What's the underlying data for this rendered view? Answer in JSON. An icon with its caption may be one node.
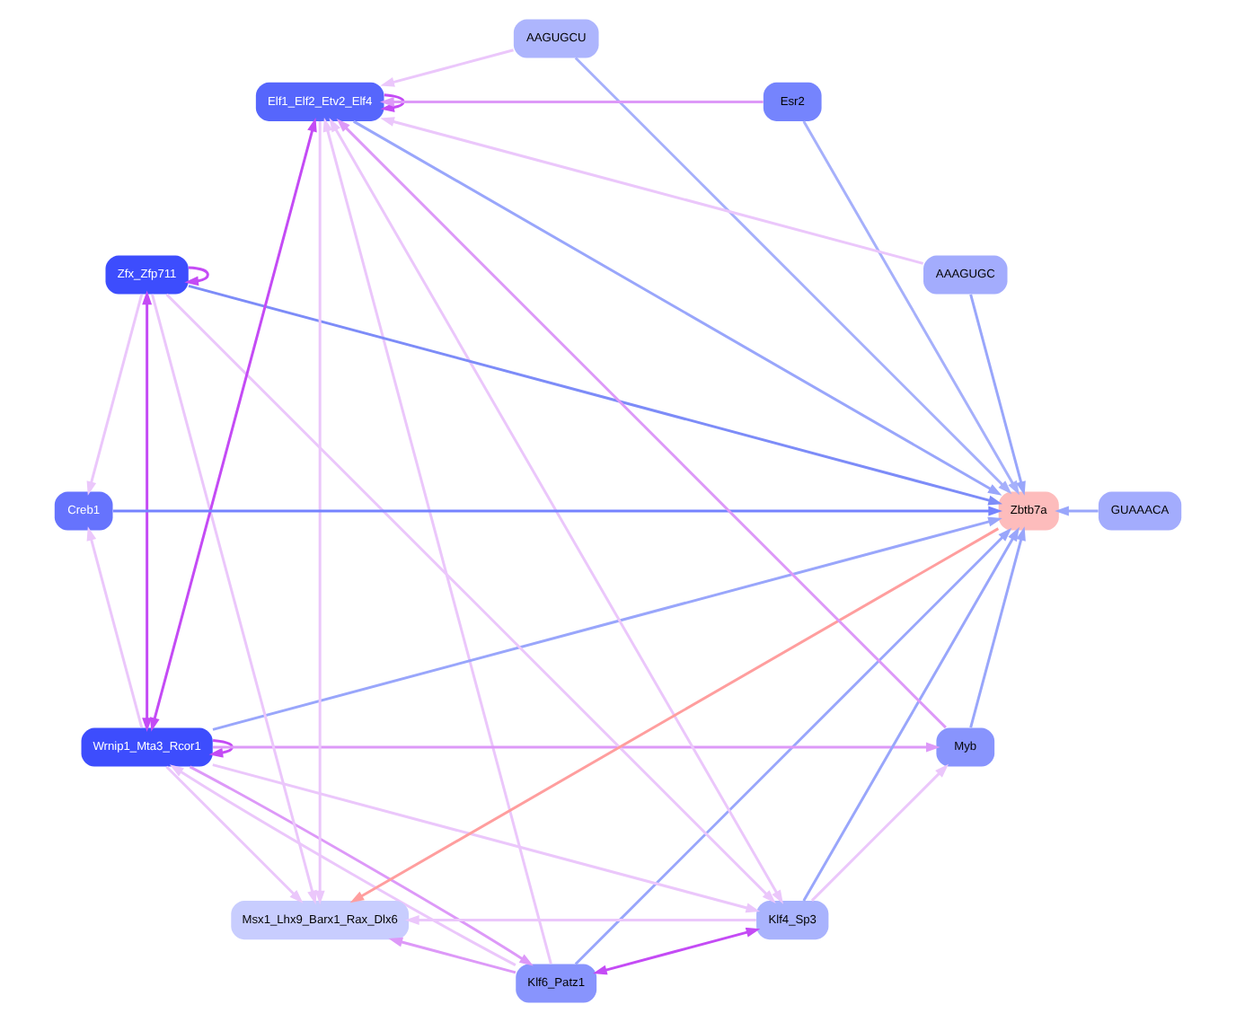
{
  "diagram": {
    "nodes": [
      {
        "text": [
          "Klf6_Patz1"
        ]
      },
      {
        "text": [
          "Wrnip1_Mta3_Rcor1"
        ]
      },
      {
        "text": [
          "Klf4_Sp3"
        ]
      },
      {
        "text": [
          "Zfx_Zfp711"
        ]
      },
      {
        "text": [
          "Elf1_Elf2_Etv2_Elf4"
        ]
      },
      {
        "text": [
          "Msx1_Lhx9_Barx1_Rax_Dlx6"
        ]
      },
      {
        "text": [
          "Zbtb7a"
        ]
      },
      {
        "text": [
          "Creb1"
        ]
      },
      {
        "text": [
          "AAGUGCU"
        ]
      },
      {
        "text": [
          "Myb"
        ]
      },
      {
        "text": [
          "GUAAACA"
        ]
      },
      {
        "text": [
          "Esr2"
        ]
      },
      {
        "text": [
          "AAAGUGC"
        ]
      }
    ],
    "edges": [
      {
        "from": 0,
        "to": 6,
        "arrow": "to",
        "color": "#99a6fb"
      },
      {
        "from": 1,
        "to": 6,
        "arrow": "to",
        "color": "#99a6fb"
      },
      {
        "from": 2,
        "to": 6,
        "arrow": "to",
        "color": "#99a6fb"
      },
      {
        "from": 3,
        "to": 6,
        "arrow": "to",
        "color": "#7d8cf8"
      },
      {
        "from": 4,
        "to": 6,
        "arrow": "to",
        "color": "#99a6fb"
      },
      {
        "from": 7,
        "to": 6,
        "arrow": "to",
        "color": "#7583ff"
      },
      {
        "from": 8,
        "to": 6,
        "arrow": "to",
        "color": "#a6b0fb"
      },
      {
        "from": 9,
        "to": 6,
        "arrow": "to",
        "color": "#99a6fb"
      },
      {
        "from": 10,
        "to": 6,
        "arrow": "to",
        "color": "#99a6fb"
      },
      {
        "from": 11,
        "to": 6,
        "arrow": "to",
        "color": "#a6b0fb"
      },
      {
        "from": 12,
        "to": 6,
        "arrow": "to",
        "color": "#99a6fb"
      },
      {
        "from": 6,
        "to": 5,
        "arrow": "to",
        "color": "#ff9e9e"
      },
      {
        "from": 1,
        "to": 1,
        "arrow": "to",
        "color": "#c44bf5"
      },
      {
        "from": 3,
        "to": 3,
        "arrow": "to",
        "color": "#c44bf5"
      },
      {
        "from": 4,
        "to": 4,
        "arrow": "to",
        "color": "#c44bf5"
      },
      {
        "from": 0,
        "to": 1,
        "arrow": "to"
      },
      {
        "from": 1,
        "to": 0,
        "arrow": "to",
        "color": "#dd99f8"
      },
      {
        "from": 0,
        "to": 2,
        "arrow": "both",
        "color": "#c44bf5"
      },
      {
        "from": 1,
        "to": 3,
        "arrow": "both",
        "color": "#c44bf5"
      },
      {
        "from": 4,
        "to": 1,
        "arrow": "both",
        "color": "#c44bf5"
      },
      {
        "from": 3,
        "to": 2,
        "arrow": "to"
      },
      {
        "from": 1,
        "to": 2,
        "arrow": "to"
      },
      {
        "from": 2,
        "to": 4,
        "arrow": "both"
      },
      {
        "from": 2,
        "to": 5,
        "arrow": "to"
      },
      {
        "from": 0,
        "to": 5,
        "arrow": "to",
        "color": "#dd99f8"
      },
      {
        "from": 1,
        "to": 5,
        "arrow": "to"
      },
      {
        "from": 3,
        "to": 5,
        "arrow": "to"
      },
      {
        "from": 4,
        "to": 5,
        "arrow": "to"
      },
      {
        "from": 8,
        "to": 4,
        "arrow": "to"
      },
      {
        "from": 1,
        "to": 9,
        "arrow": "to",
        "color": "#dd99f8"
      },
      {
        "from": 11,
        "to": 4,
        "arrow": "to",
        "color": "#dd99f8"
      },
      {
        "from": 12,
        "to": 4,
        "arrow": "to"
      },
      {
        "from": 9,
        "to": 4,
        "arrow": "to",
        "color": "#dd99f8"
      },
      {
        "from": 2,
        "to": 9,
        "arrow": "to"
      },
      {
        "from": 3,
        "to": 7,
        "arrow": "to"
      },
      {
        "from": 1,
        "to": 7,
        "arrow": "to"
      },
      {
        "from": 0,
        "to": 4,
        "arrow": "to"
      }
    ]
  }
}
